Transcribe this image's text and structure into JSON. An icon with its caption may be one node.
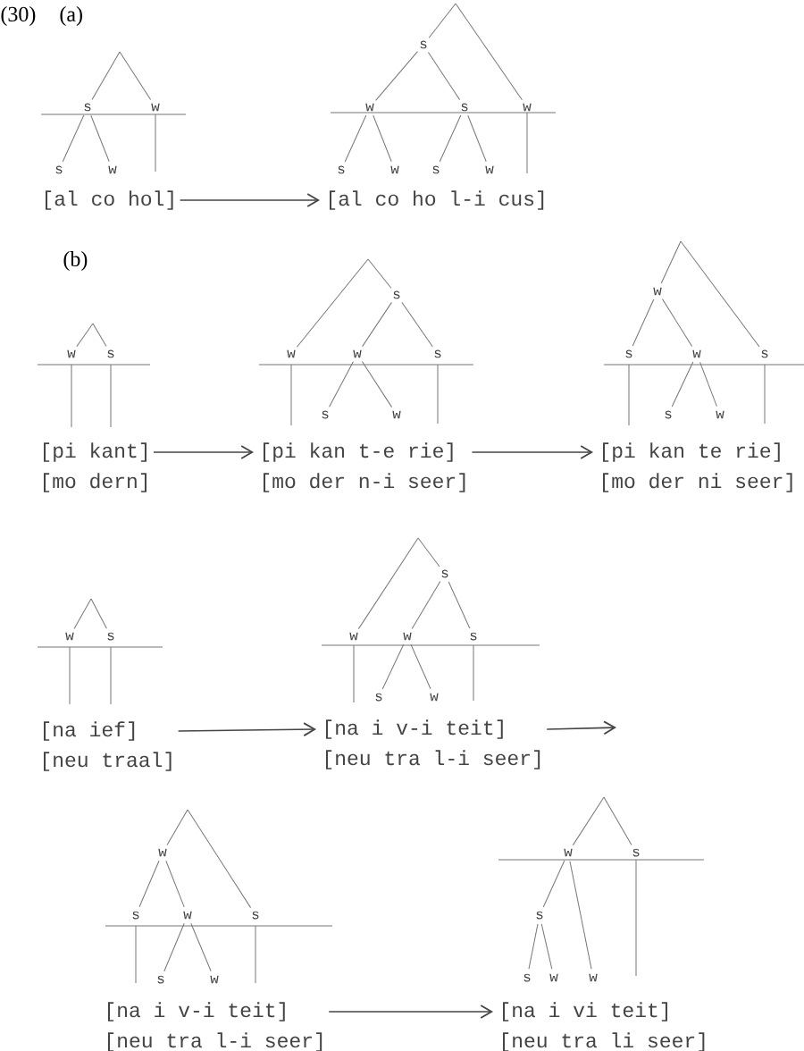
{
  "diagram": {
    "nodes": [
      {
        "text": [
          "[al co hol]"
        ]
      },
      {
        "text": [
          "[al co ho l-i cus]"
        ]
      },
      {
        "text": [
          "[pi kant]",
          "[mo dern]"
        ]
      },
      {
        "text": [
          "[pi kan t-e rie]",
          "[mo der n-i seer]"
        ]
      },
      {
        "text": [
          "[pi kan te rie]",
          "[mo der ni seer]"
        ]
      },
      {
        "text": [
          "[na ief]",
          "[neu traal]"
        ]
      },
      {
        "text": [
          "[na i v-i teit]",
          "[neu tra l-i seer]"
        ]
      },
      {
        "text": [
          "[na i v-i teit]",
          "[neu tra l-i seer]"
        ]
      },
      {
        "text": [
          "[na i vi teit]",
          "[neu tra li seer]"
        ]
      }
    ],
    "edges": [
      {
        "from": 0,
        "to": 1,
        "arrow": "to"
      },
      {
        "from": 2,
        "to": 3,
        "arrow": "to"
      },
      {
        "from": 3,
        "to": 4,
        "arrow": "to"
      },
      {
        "from": 5,
        "to": 6,
        "arrow": "to"
      },
      {
        "from": 6,
        "to": null,
        "arrow": "to"
      },
      {
        "from": 7,
        "to": 8,
        "arrow": "to"
      }
    ],
    "labels": [
      "(30)",
      "(a)",
      "s",
      "w",
      "s",
      "w",
      "s",
      "w",
      "s",
      "w",
      "s",
      "w",
      "s",
      "w",
      "(b)",
      "w",
      "s",
      "s",
      "w",
      "w",
      "s",
      "s",
      "w",
      "w",
      "s",
      "w",
      "s",
      "s",
      "w",
      "w",
      "s",
      "s",
      "w",
      "w",
      "s",
      "s",
      "w",
      "w",
      "s",
      "w",
      "s",
      "s",
      "w",
      "w",
      "s",
      "s",
      "s",
      "w",
      "w"
    ]
  }
}
